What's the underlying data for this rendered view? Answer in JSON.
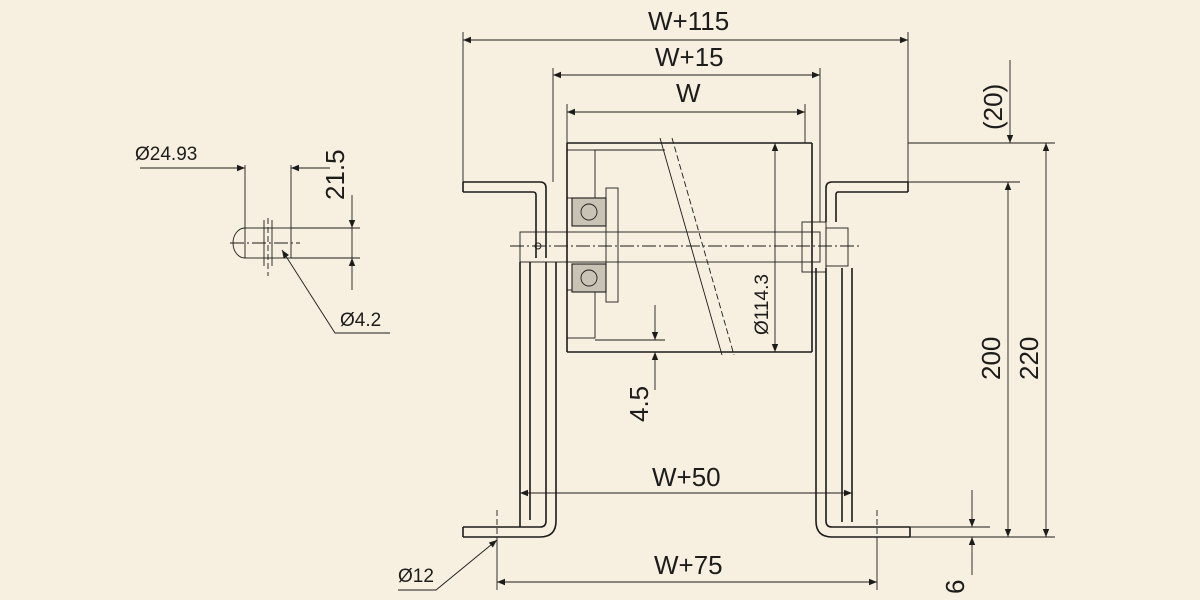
{
  "colors": {
    "background": "#f7f0e0",
    "ink": "#1c1c1c",
    "bearing_fill": "#c9c3b6"
  },
  "dimensions": {
    "w_plus_115": "W+115",
    "w_plus_15": "W+15",
    "w": "W",
    "w_plus_50": "W+50",
    "w_plus_75": "W+75",
    "roller_dia": "Ø114.3",
    "shaft_dia": "Ø24.93",
    "flat_depth": "21.5",
    "pin_hole_dia": "Ø4.2",
    "hole_dia": "Ø12",
    "gap_20": "(20)",
    "height_200": "200",
    "height_220": "220",
    "dim_4_5": "4.5",
    "dim_6": "6"
  }
}
